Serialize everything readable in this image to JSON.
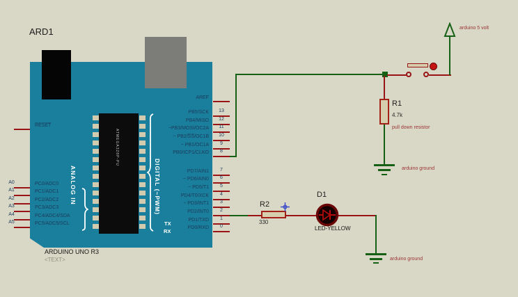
{
  "board": {
    "ref": "ARD1",
    "name": "ARDUINO UNO R3",
    "text_placeholder": "<TEXT>",
    "analog_group_label": "ANALOG IN",
    "digital_group_label": "DIGITAL (~PWM)",
    "chip_label": "ATMEGA328P-PU",
    "tx_label": "TX",
    "rx_label": "RX",
    "right_pins": [
      {
        "num": "",
        "label": "AREF"
      },
      {
        "num": "13",
        "label": "PB5/SCK"
      },
      {
        "num": "12",
        "label": "PB4/MISO"
      },
      {
        "num": "11",
        "label": "~PB3/MOSI/OC2A"
      },
      {
        "num": "10",
        "label": "~ PB2/S̅S̅/OC1B"
      },
      {
        "num": "9",
        "label": "~ PB1/OC1A"
      },
      {
        "num": "8",
        "label": "PB0/ICP1/CLKO"
      },
      {
        "num": "7",
        "label": "PD7/AIN1"
      },
      {
        "num": "6",
        "label": "~ PD6/AIN0"
      },
      {
        "num": "5",
        "label": "~ PD5/T1"
      },
      {
        "num": "4",
        "label": "PD4/T0/XCK"
      },
      {
        "num": "3",
        "label": "~ PD3/INT1"
      },
      {
        "num": "2",
        "label": "PD2/INT0"
      },
      {
        "num": "1",
        "label": "PD1/TXD"
      },
      {
        "num": "0",
        "label": "PD0/RXD"
      }
    ],
    "left_pins": [
      {
        "outer": "",
        "label": "R̅E̅S̅E̅T̅"
      },
      {
        "outer": "A0",
        "label": "PC0/ADC0"
      },
      {
        "outer": "A1",
        "label": "PC1/ADC1"
      },
      {
        "outer": "A2",
        "label": "PC2/ADC2"
      },
      {
        "outer": "A3",
        "label": "PC3/ADC3"
      },
      {
        "outer": "A4",
        "label": "PC4/ADC4/SDA"
      },
      {
        "outer": "A5",
        "label": "PC5/ADC5/SCL"
      }
    ]
  },
  "components": {
    "r1": {
      "ref": "R1",
      "value": "4.7k",
      "annotation": "pull down resistor"
    },
    "r2": {
      "ref": "R2",
      "value": "330"
    },
    "d1": {
      "ref": "D1",
      "value": "LED-YELLOW"
    }
  },
  "power": {
    "five_volt_label": "arduino 5 volt",
    "ground1_label": "arduino ground",
    "ground2_label": "arduino ground"
  },
  "colors": {
    "background": "#d9d8c6",
    "board_teal": "#1a7f9c",
    "wire_green": "#166016",
    "lead_red": "#991414",
    "pin_text_navy": "#1b3a5c",
    "annotation_red": "#9a3434",
    "resistor_body_tan": "#d6ceac",
    "led_ring_dark_red": "#6b0606"
  }
}
